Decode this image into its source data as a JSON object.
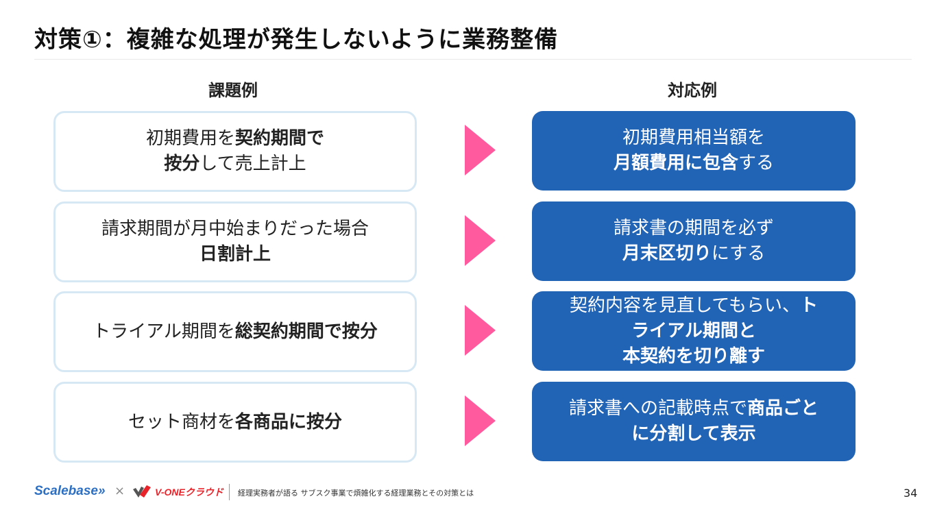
{
  "title": "対策①：複雑な処理が発生しないように業務整備",
  "columns": {
    "left": "課題例",
    "right": "対応例"
  },
  "rows": [
    {
      "issue": [
        [
          {
            "t": "初期費用を",
            "b": false
          },
          {
            "t": "契約期間で",
            "b": true
          }
        ],
        [
          {
            "t": "按分",
            "b": true
          },
          {
            "t": "して売上計上",
            "b": false
          }
        ]
      ],
      "answer": [
        [
          {
            "t": "初期費用相当額を",
            "b": false
          }
        ],
        [
          {
            "t": "月額費用に包含",
            "b": true
          },
          {
            "t": "する",
            "b": false
          }
        ]
      ]
    },
    {
      "issue": [
        [
          {
            "t": "請求期間が月中始まりだった場合",
            "b": false
          }
        ],
        [
          {
            "t": "日割計上",
            "b": true
          }
        ]
      ],
      "answer": [
        [
          {
            "t": "請求書の期間を必ず",
            "b": false
          }
        ],
        [
          {
            "t": "月末区切り",
            "b": true
          },
          {
            "t": "にする",
            "b": false
          }
        ]
      ]
    },
    {
      "issue": [
        [
          {
            "t": "トライアル期間を",
            "b": false
          },
          {
            "t": "総契約期間で按分",
            "b": true
          }
        ]
      ],
      "answer": [
        [
          {
            "t": "契約内容を見直してもらい、",
            "b": false
          },
          {
            "t": "ト",
            "b": true
          }
        ],
        [
          {
            "t": "ライアル期間と",
            "b": true
          }
        ],
        [
          {
            "t": "本契約を切り離す",
            "b": true
          }
        ]
      ]
    },
    {
      "issue": [
        [
          {
            "t": "セット商材を",
            "b": false
          },
          {
            "t": "各商品に按分",
            "b": true
          }
        ]
      ],
      "answer": [
        [
          {
            "t": "請求書への記載時点で",
            "b": false
          },
          {
            "t": "商品ごと",
            "b": true
          }
        ],
        [
          {
            "t": "に分割して表示",
            "b": true
          }
        ]
      ]
    }
  ],
  "footer": {
    "brand1": "Scalebase»",
    "times": "×",
    "brand2": "V-ONEクラウド",
    "text": "経理実務者が語る サブスク事業で煩雑化する経理業務とその対策とは",
    "page": "34"
  },
  "colors": {
    "arrow": "#ff5a9e",
    "answer_bg": "#2163b5",
    "issue_border": "#d7e8f5",
    "brand_blue": "#2d6fc2",
    "brand_red": "#e8232a"
  },
  "icons": {
    "row_arrow": "triangle-right-icon",
    "vone_logo": "vone-logo-icon"
  }
}
